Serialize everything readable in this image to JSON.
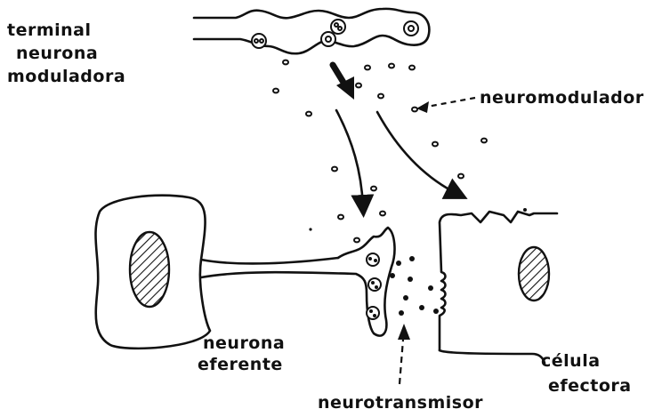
{
  "labels": {
    "terminal_line1": "terminal",
    "terminal_line2": "neurona",
    "terminal_line3": "moduladora",
    "neuromodulador": "neuromodulador",
    "eferente_line1": "neurona",
    "eferente_line2": "eferente",
    "celula_line1": "célula",
    "celula_line2": "efectora",
    "neurotransmisor": "neurotransmisor"
  }
}
